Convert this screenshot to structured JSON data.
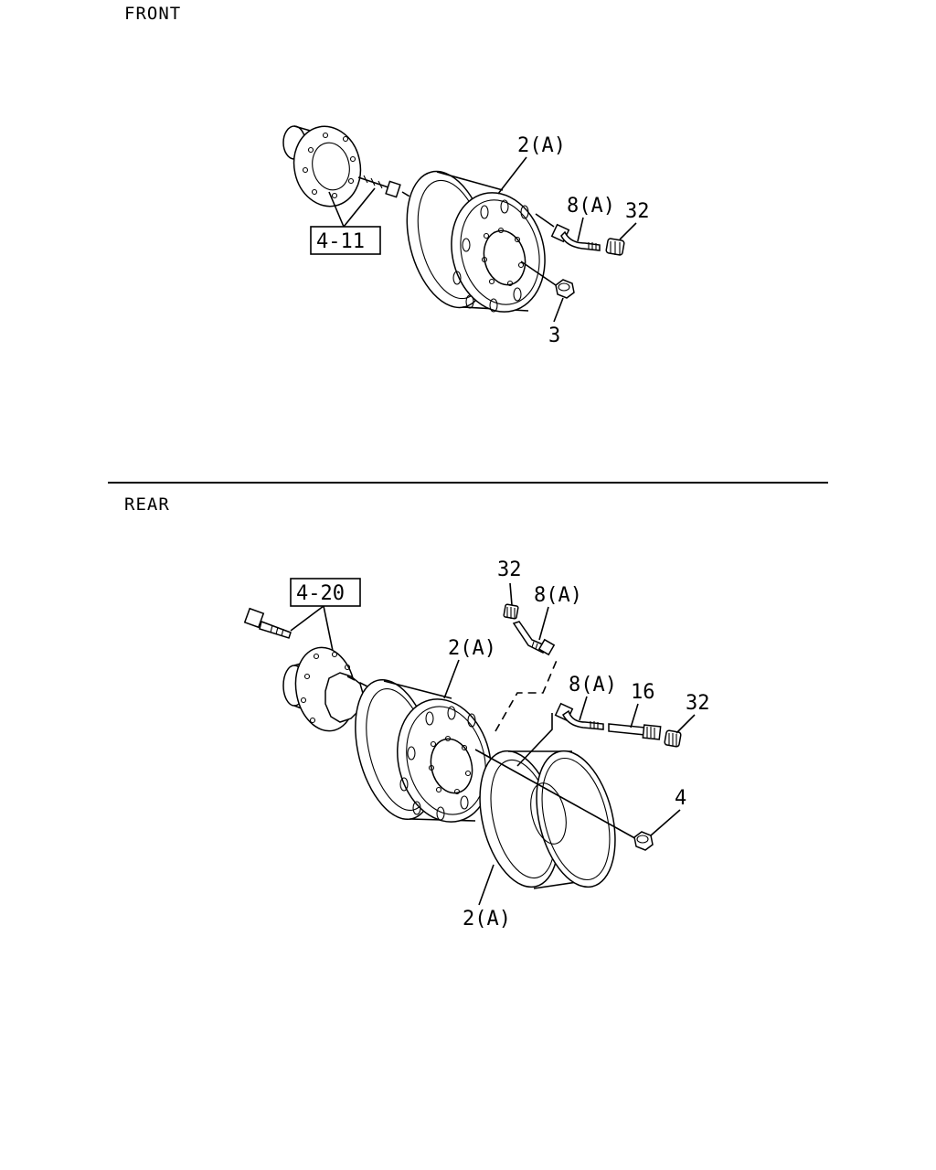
{
  "sections": {
    "front": {
      "title": "FRONT"
    },
    "rear": {
      "title": "REAR"
    }
  },
  "front": {
    "ref_box": "4-11",
    "callouts": {
      "wheel": "2(A)",
      "valve": "8(A)",
      "valve_cap": "32",
      "nut": "3"
    }
  },
  "rear": {
    "ref_box": "4-20",
    "callouts": {
      "outer_valve_cap": "32",
      "outer_valve": "8(A)",
      "inner_wheel": "2(A)",
      "inner_valve": "8(A)",
      "extension": "16",
      "inner_valve_cap": "32",
      "nut": "4",
      "outer_wheel": "2(A)"
    }
  }
}
